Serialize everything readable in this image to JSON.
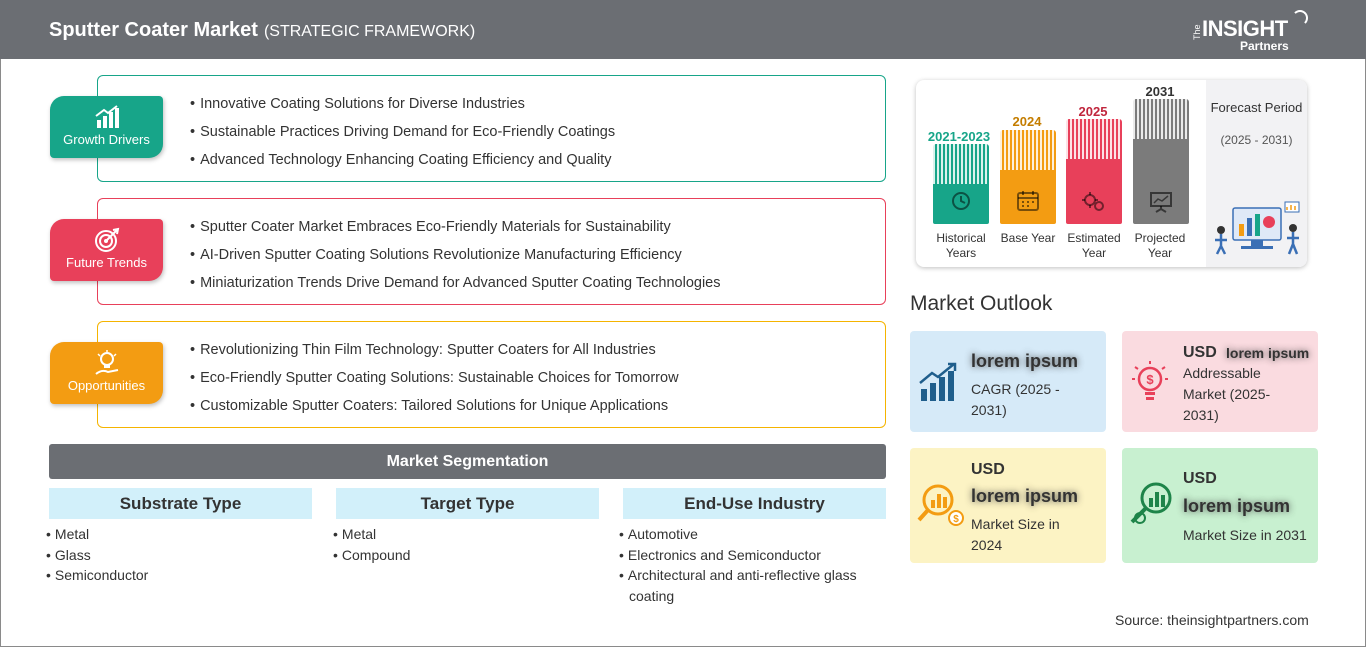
{
  "header": {
    "title": "Sputter Coater Market",
    "subtitle": "(STRATEGIC FRAMEWORK)",
    "logo_the": "The",
    "logo_main": "INSIGHT",
    "logo_sub": "Partners"
  },
  "colors": {
    "header_bg": "#6b6e73",
    "growth": "#17a589",
    "trends": "#e8405a",
    "opportunities": "#f39c12",
    "projected": "#7b7b7b"
  },
  "framework": {
    "growth_drivers": {
      "label": "Growth Drivers",
      "icon": "bar-growth-icon",
      "items": [
        "Innovative Coating Solutions for Diverse Industries",
        "Sustainable Practices Driving Demand for Eco-Friendly Coatings",
        "Advanced Technology Enhancing Coating Efficiency and Quality"
      ]
    },
    "future_trends": {
      "label": "Future Trends",
      "icon": "target-icon",
      "items": [
        "Sputter Coater Market Embraces Eco-Friendly Materials for Sustainability",
        "AI-Driven Sputter Coating Solutions Revolutionize Manufacturing Efficiency",
        "Miniaturization Trends Drive Demand for Advanced Sputter Coating Technologies"
      ]
    },
    "opportunities": {
      "label": "Opportunities",
      "icon": "lightbulb-hand-icon",
      "items": [
        "Revolutionizing Thin Film Technology: Sputter Coaters for All Industries",
        "Eco-Friendly Sputter Coating Solutions: Sustainable Choices for Tomorrow",
        "Customizable Sputter Coaters: Tailored Solutions for Unique Applications"
      ]
    }
  },
  "segmentation": {
    "title": "Market Segmentation",
    "columns": [
      {
        "title": "Substrate Type",
        "items": [
          "Metal",
          "Glass",
          "Semiconductor"
        ]
      },
      {
        "title": "Target Type",
        "items": [
          "Metal",
          "Compound"
        ]
      },
      {
        "title": "End-Use Industry",
        "items": [
          "Automotive",
          "Electronics and Semiconductor",
          "Architectural and anti-reflective glass coating"
        ]
      }
    ]
  },
  "timeline": {
    "bars": [
      {
        "year": "2021-2023",
        "label": "Historical Years",
        "color": "#17a589",
        "icon": "history-icon"
      },
      {
        "year": "2024",
        "label": "Base Year",
        "color": "#f39c12",
        "icon": "calendar-icon"
      },
      {
        "year": "2025",
        "label": "Estimated Year",
        "color": "#e8405a",
        "icon": "gears-icon"
      },
      {
        "year": "2031",
        "label": "Projected Year",
        "color": "#7b7b7b",
        "icon": "presentation-icon"
      }
    ],
    "forecast_title": "Forecast Period",
    "forecast_range": "(2025 - 2031)"
  },
  "outlook": {
    "title": "Market Outlook",
    "cagr": {
      "value": "lorem ipsum",
      "label": "CAGR (2025 - 2031)",
      "bg": "#d6eaf8"
    },
    "addressable": {
      "currency": "USD",
      "value": "lorem ipsum",
      "label": "Addressable Market (2025-2031)",
      "bg": "#fadbe0"
    },
    "size_2024": {
      "currency": "USD",
      "value": "lorem ipsum",
      "label": "Market Size in 2024",
      "bg": "#fcf3c4"
    },
    "size_2031": {
      "currency": "USD",
      "value": "lorem ipsum",
      "label": "Market Size in 2031",
      "bg": "#c8f0d0"
    }
  },
  "source": "Source: theinsightpartners.com"
}
